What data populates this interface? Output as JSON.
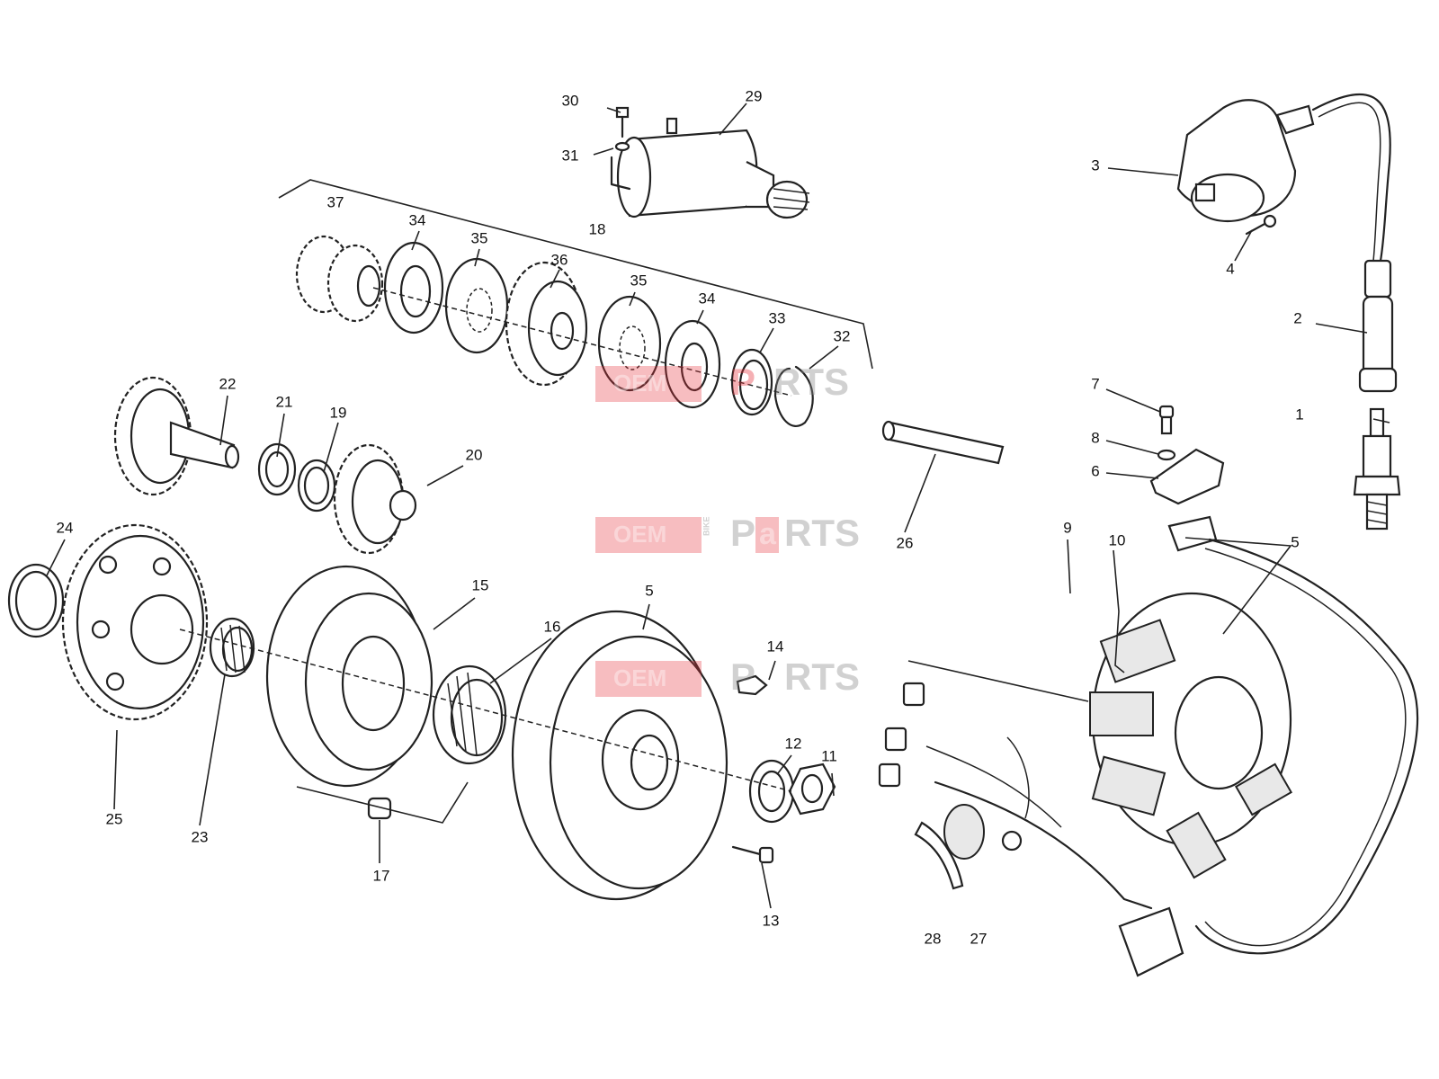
{
  "watermark": {
    "oem": "OEM",
    "bike": "BIKE",
    "parts_a": "P",
    "parts_b": "a",
    "parts_c": "RTS",
    "color": "#e7323c"
  },
  "callouts": {
    "c1": "1",
    "c2": "2",
    "c3": "3",
    "c4": "4",
    "c5a": "5",
    "c5b": "5",
    "c6": "6",
    "c7": "7",
    "c8": "8",
    "c9": "9",
    "c10": "10",
    "c11": "11",
    "c12": "12",
    "c13": "13",
    "c14": "14",
    "c15": "15",
    "c16": "16",
    "c17": "17",
    "c18": "18",
    "c19": "19",
    "c20": "20",
    "c21": "21",
    "c22": "22",
    "c23": "23",
    "c24": "24",
    "c25": "25",
    "c26": "26",
    "c27": "27",
    "c28": "28",
    "c29": "29",
    "c30": "30",
    "c31": "31",
    "c32": "32",
    "c33": "33",
    "c34a": "34",
    "c34b": "34",
    "c35a": "35",
    "c35b": "35",
    "c36": "36",
    "c37": "37"
  }
}
